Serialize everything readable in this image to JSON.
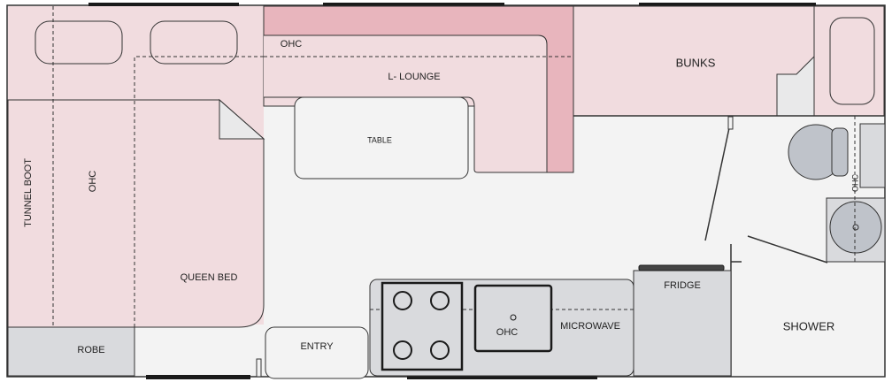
{
  "colors": {
    "background": "#f3f3f3",
    "bed_and_lounge": "#f1dcdf",
    "accent_strip": "#e8b5bd",
    "cabinetry": "#d9dadd",
    "appliance": "#bfc3ca",
    "outline": "#333333",
    "windows": "#1a1a1a"
  },
  "labels": {
    "tunnel_boot": "TUNNEL BOOT",
    "ohc_bed": "OHC",
    "queen_bed": "QUEEN BED",
    "robe": "ROBE",
    "ohc_lounge": "OHC",
    "l_lounge": "L- LOUNGE",
    "table": "TABLE",
    "bunks": "BUNKS",
    "ohc_ensuite": "OHC",
    "entry": "ENTRY",
    "ohc_microwave": "OHC",
    "microwave": "MICROWAVE",
    "fridge": "FRIDGE",
    "shower": "SHOWER"
  }
}
